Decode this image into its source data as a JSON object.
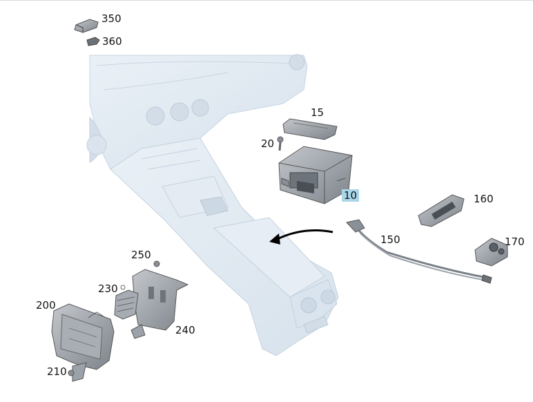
{
  "diagram": {
    "labels": {
      "p350": "350",
      "p360": "360",
      "p15": "15",
      "p20": "20",
      "p10": "10",
      "p160": "160",
      "p150": "150",
      "p170": "170",
      "p250": "250",
      "p230": "230",
      "p200": "200",
      "p240": "240",
      "p210": "210"
    },
    "highlighted_part": "10",
    "colors": {
      "console_ghost": "#dfe8f1",
      "console_edge": "#c9d6e3",
      "part_body": "#9a9fa6",
      "part_dark": "#4a4f56",
      "part_light": "#d6d9dd",
      "arrow": "#000000",
      "highlight": "#a9d7e8"
    }
  }
}
